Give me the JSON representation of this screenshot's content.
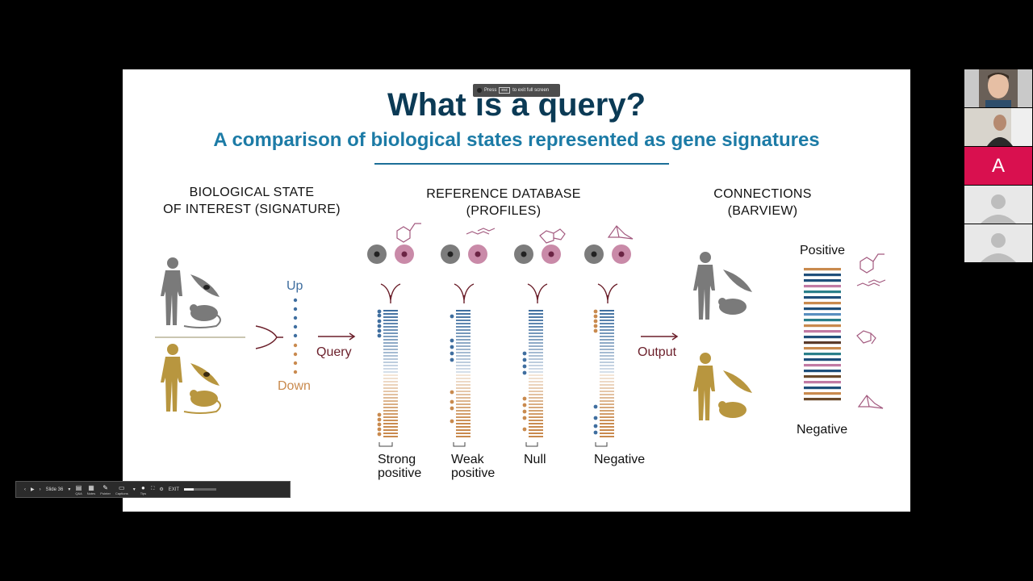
{
  "slide": {
    "title": "What is a query?",
    "subtitle": "A comparison of biological states represented as gene signatures",
    "headers": {
      "state_line1": "BIOLOGICAL STATE",
      "state_line2": "OF INTEREST (SIGNATURE)",
      "db_line1": "REFERENCE DATABASE",
      "db_line2": "(PROFILES)",
      "conn_line1": "CONNECTIONS",
      "conn_line2": "(BARVIEW)"
    },
    "labels": {
      "up": "Up",
      "down": "Down",
      "query": "Query",
      "output": "Output",
      "positive": "Positive",
      "negative": "Negative"
    },
    "profiles": [
      {
        "line1": "Strong",
        "line2": "positive"
      },
      {
        "line1": "Weak",
        "line2": "positive"
      },
      {
        "line1": "Null",
        "line2": ""
      },
      {
        "line1": "Negative",
        "line2": ""
      }
    ]
  },
  "colors": {
    "title": "#0b3a55",
    "subtitle": "#1c7ba6",
    "up_blue": "#3f6e9f",
    "down_orange": "#c98a4e",
    "arrow": "#6b1f2a",
    "gray_figure": "#7a7a7a",
    "gold_figure": "#b8963f"
  },
  "fullscreen_notice": {
    "prefix": "Press",
    "key": "esc",
    "suffix": "to exit full screen"
  },
  "presenter_controls": {
    "slide_label": "Slide 36",
    "qa": "Q&A",
    "notes": "Notes",
    "pointer": "Pointer",
    "captions": "Captions",
    "tips": "Tips",
    "exit": "EXIT",
    "volume_fraction": 0.3
  },
  "participants": {
    "initial": "A"
  }
}
